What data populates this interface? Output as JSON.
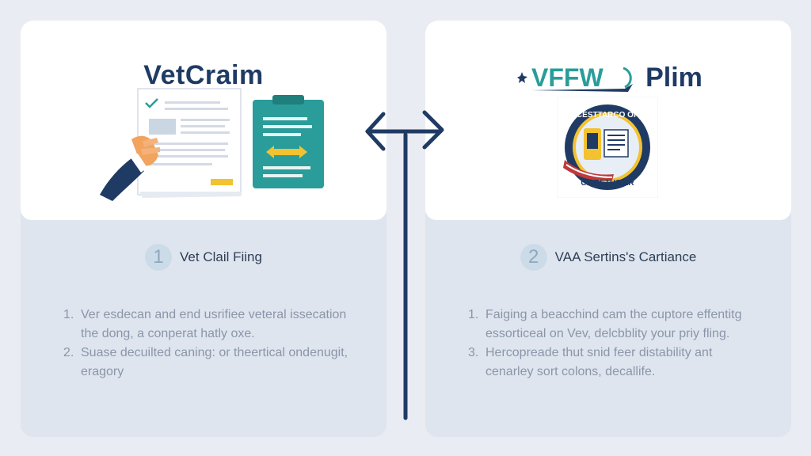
{
  "left_card": {
    "title": "VetCraim",
    "step_number": "1",
    "step_label": "Vet Clail Fiing",
    "items": [
      {
        "num": "1.",
        "text": "Ver esdecan and end usrifiee veteral issecation the dong, a conperat hatly oxe."
      },
      {
        "num": "2.",
        "text": "Suase decuilted caning: or theertical ondenugit, eragory"
      }
    ]
  },
  "right_card": {
    "title": "VFFW Plim",
    "step_number": "2",
    "step_label": "VAA Sertins's Cartiance",
    "seal_text_top": "CESTTARCO OF",
    "seal_text_bottom": "CE RETUSIER",
    "items": [
      {
        "num": "1.",
        "text": "Faiging a beacchind cam the cuptore effentitg essorticeal on Vev, delcbblity your priy fling."
      },
      {
        "num": "3.",
        "text": "Hercopreade thut snid feer distability ant cenarley sort colons, decallife."
      }
    ]
  },
  "colors": {
    "navy": "#1f3b64",
    "teal": "#2a9d9a",
    "yellow": "#f2c230",
    "background": "#e9ecf2"
  }
}
